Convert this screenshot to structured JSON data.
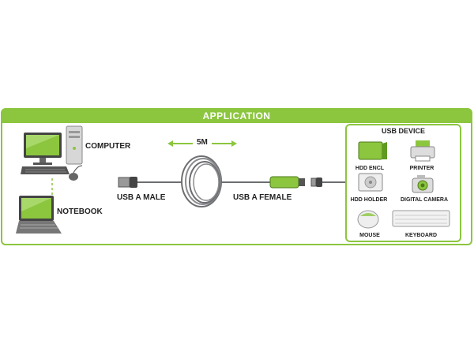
{
  "header": {
    "title": "APPLICATION"
  },
  "left": {
    "computer_label": "COMPUTER",
    "notebook_label": "NOTEBOOK"
  },
  "cable": {
    "length_label": "5M",
    "male_label": "USB A MALE",
    "female_label": "USB A FEMALE"
  },
  "devices": {
    "title": "USB DEVICE",
    "items": [
      "HDD ENCL",
      "PRINTER",
      "HDD HOLDER",
      "DIGITAL CAMERA",
      "MOUSE",
      "KEYBOARD"
    ]
  },
  "colors": {
    "accent": "#8cc63f",
    "screen": "#8cc63f",
    "dark": "#333333",
    "cable": "#6d6e71"
  }
}
